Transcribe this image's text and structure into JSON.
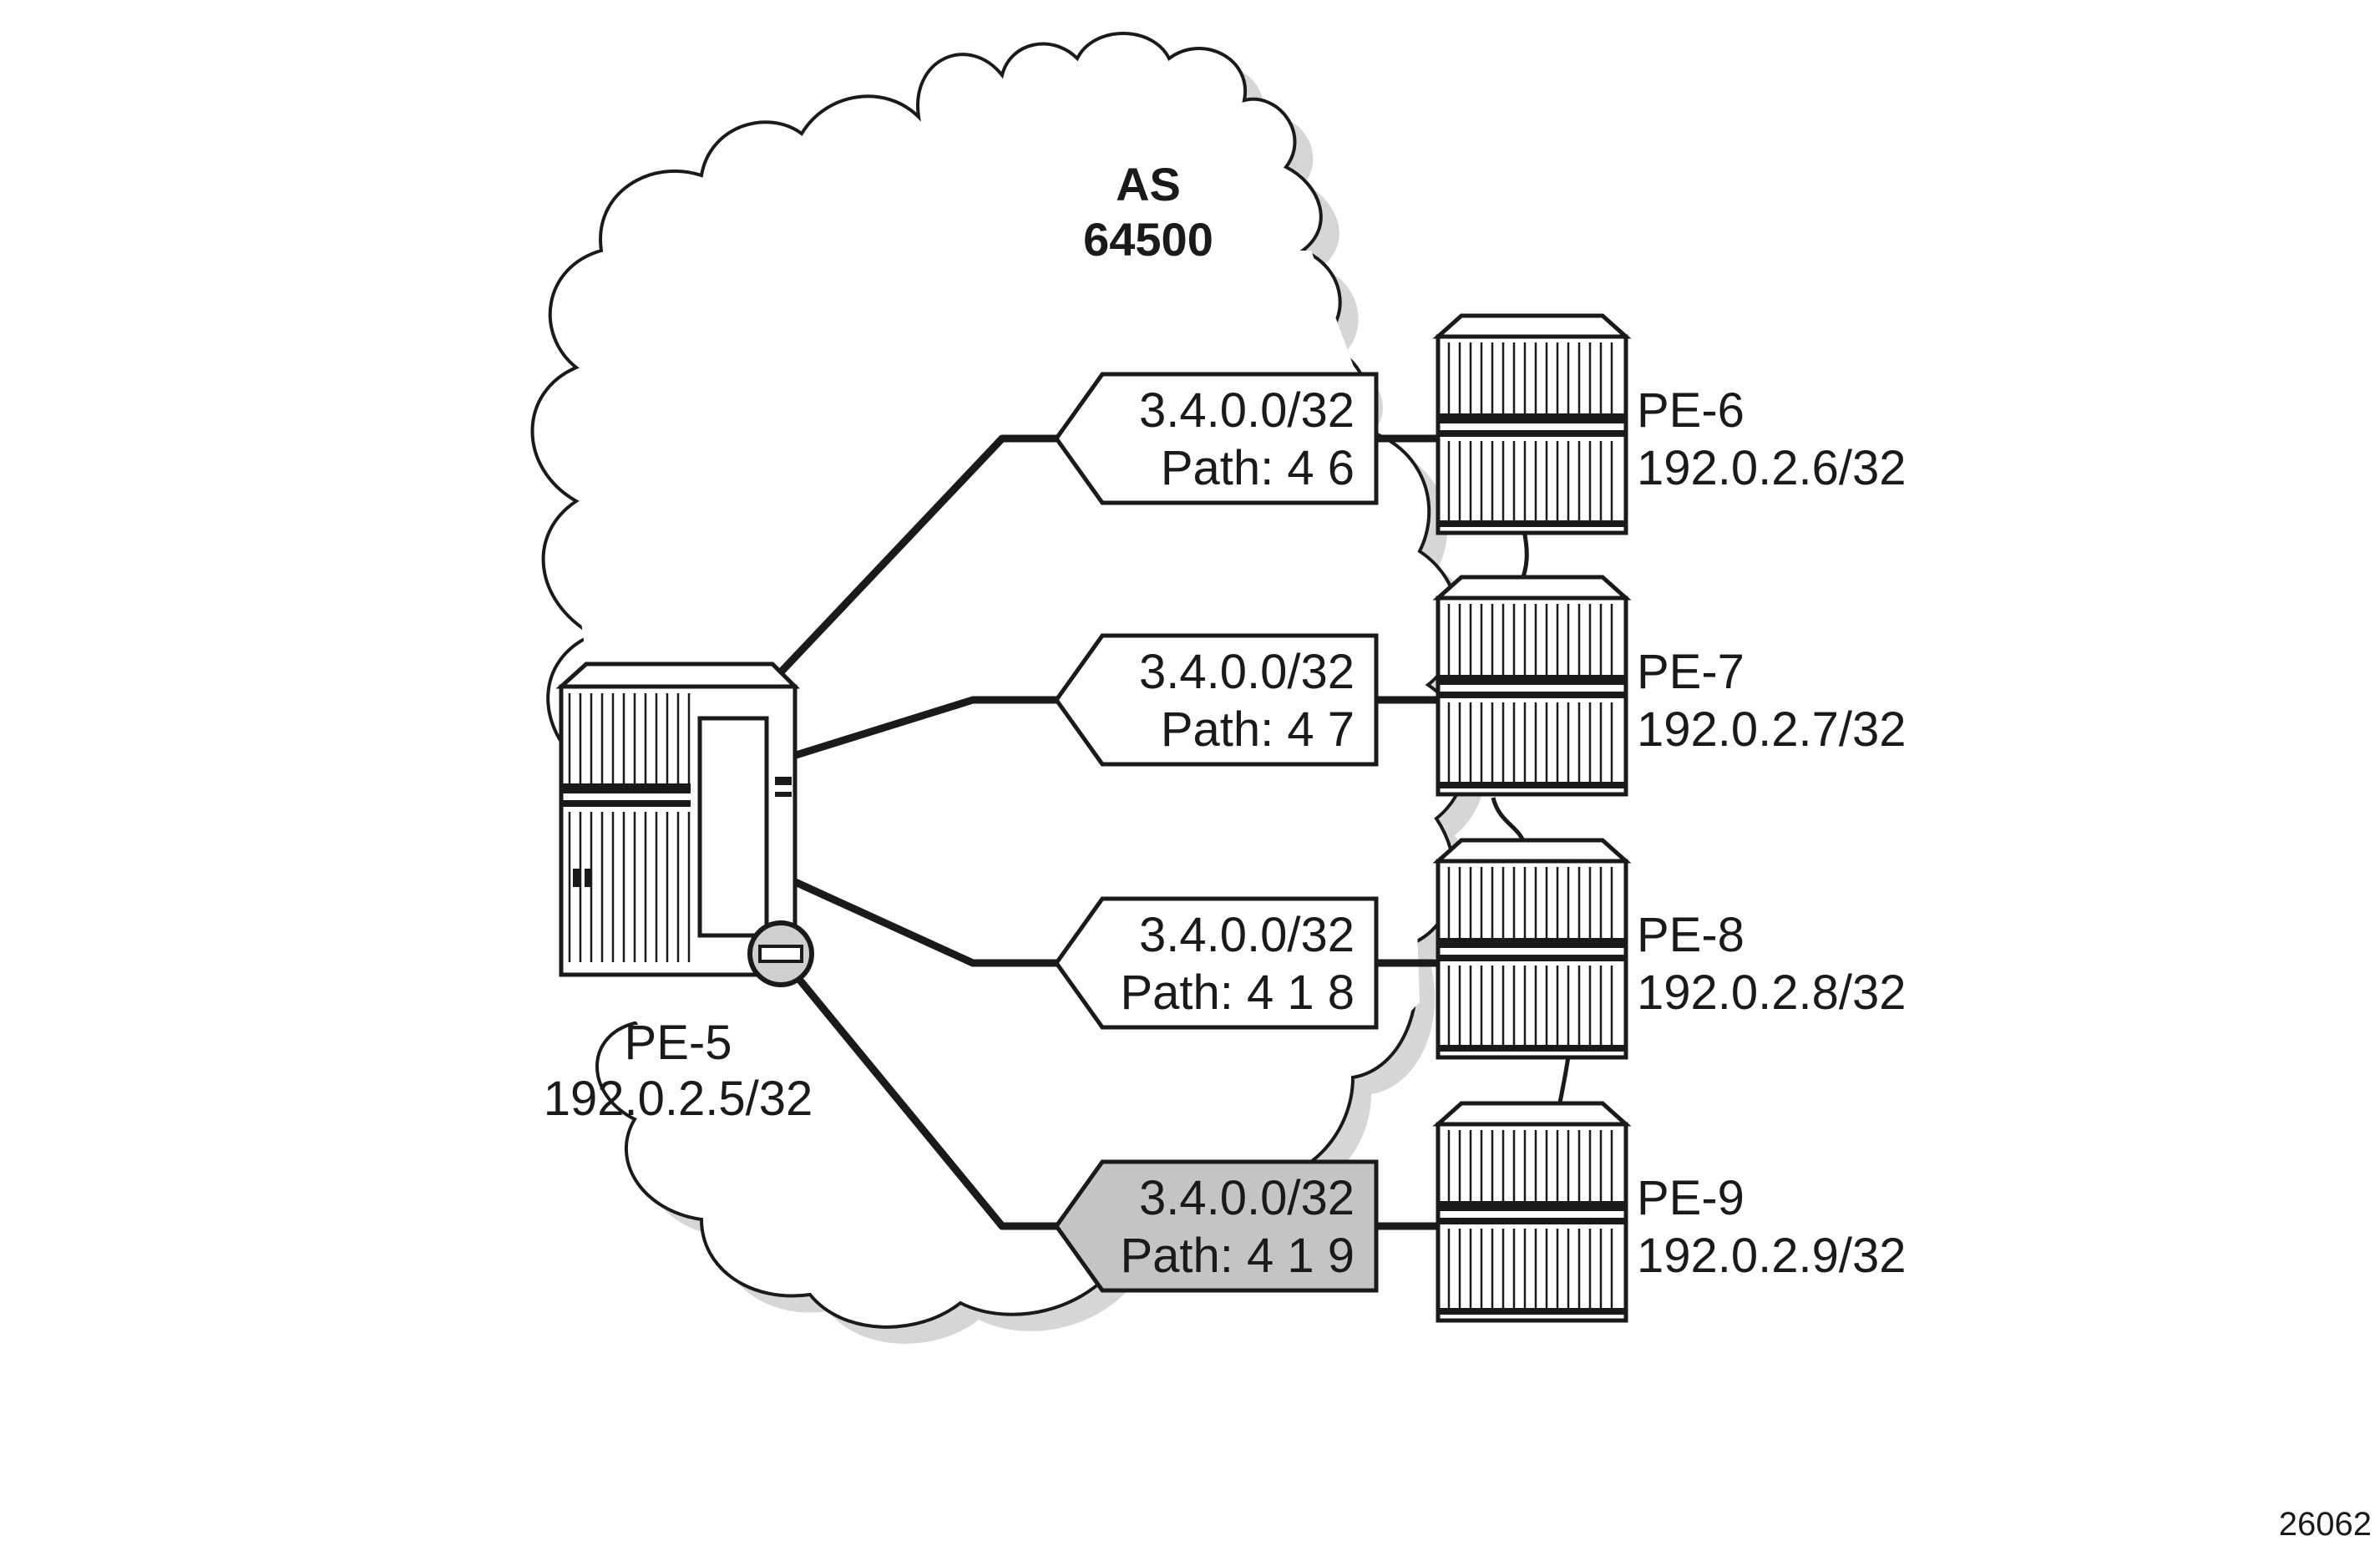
{
  "as": {
    "line1": "AS",
    "line2": "64500"
  },
  "hub": {
    "name": "PE-5",
    "address": "192.0.2.5/32"
  },
  "routers": [
    {
      "name": "PE-6",
      "address": "192.0.2.6/32",
      "prefix": "3.4.0.0/32",
      "path": "Path: 4 6",
      "highlighted": false
    },
    {
      "name": "PE-7",
      "address": "192.0.2.7/32",
      "prefix": "3.4.0.0/32",
      "path": "Path: 4 7",
      "highlighted": false
    },
    {
      "name": "PE-8",
      "address": "192.0.2.8/32",
      "prefix": "3.4.0.0/32",
      "path": "Path: 4 1 8",
      "highlighted": false
    },
    {
      "name": "PE-9",
      "address": "192.0.2.9/32",
      "prefix": "3.4.0.0/32",
      "path": "Path: 4 1 9",
      "highlighted": true
    }
  ],
  "figure_id": "26062",
  "colors": {
    "highlight_fill": "#c4c4c4",
    "normal_fill": "#ffffff",
    "ink": "#1a1a1a",
    "cloud_shadow": "#d6d6d6"
  }
}
